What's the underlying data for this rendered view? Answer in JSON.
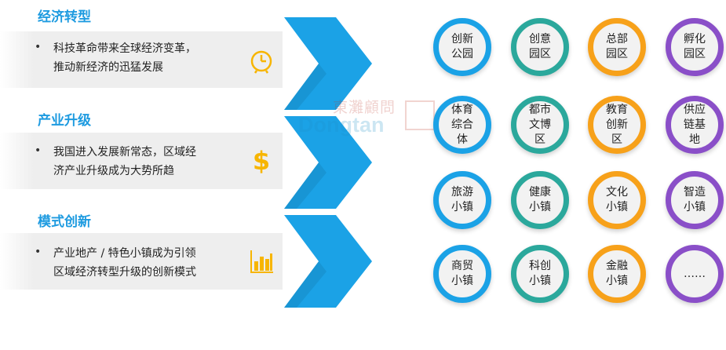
{
  "sections": [
    {
      "title": "经济转型",
      "text_line1": "科技革命带来全球经济变革，",
      "text_line2": "推动新经济的迅猛发展",
      "icon": "clock-icon"
    },
    {
      "title": "产业升级",
      "text_line1": "我国进入发展新常态，区域经",
      "text_line2": "济产业升级成为大势所趋",
      "icon": "dollar-icon"
    },
    {
      "title": "模式创新",
      "text_line1": "产业地产 / 特色小镇成为引领",
      "text_line2": "区域经济转型升级的创新模式",
      "icon": "bar-chart-icon"
    }
  ],
  "bullet_symbol": "•",
  "watermark": {
    "cn": "東灘顧問",
    "en": "Dongtan"
  },
  "circles": [
    [
      "创新\n公园",
      "创意\n园区",
      "总部\n园区",
      "孵化\n园区"
    ],
    [
      "体育\n综合\n体",
      "都市\n文博\n区",
      "教育\n创新\n区",
      "供应\n链基\n地"
    ],
    [
      "旅游\n小镇",
      "健康\n小镇",
      "文化\n小镇",
      "智造\n小镇"
    ],
    [
      "商贸\n小镇",
      "科创\n小镇",
      "金融\n小镇",
      "……"
    ]
  ],
  "colors": {
    "title": "#1e9be0",
    "arrow": "#1ba2e6",
    "icon": "#f7b500",
    "column_borders": [
      "#1ba2e6",
      "#2ba89c",
      "#f7a11a",
      "#8a4fc8"
    ]
  }
}
